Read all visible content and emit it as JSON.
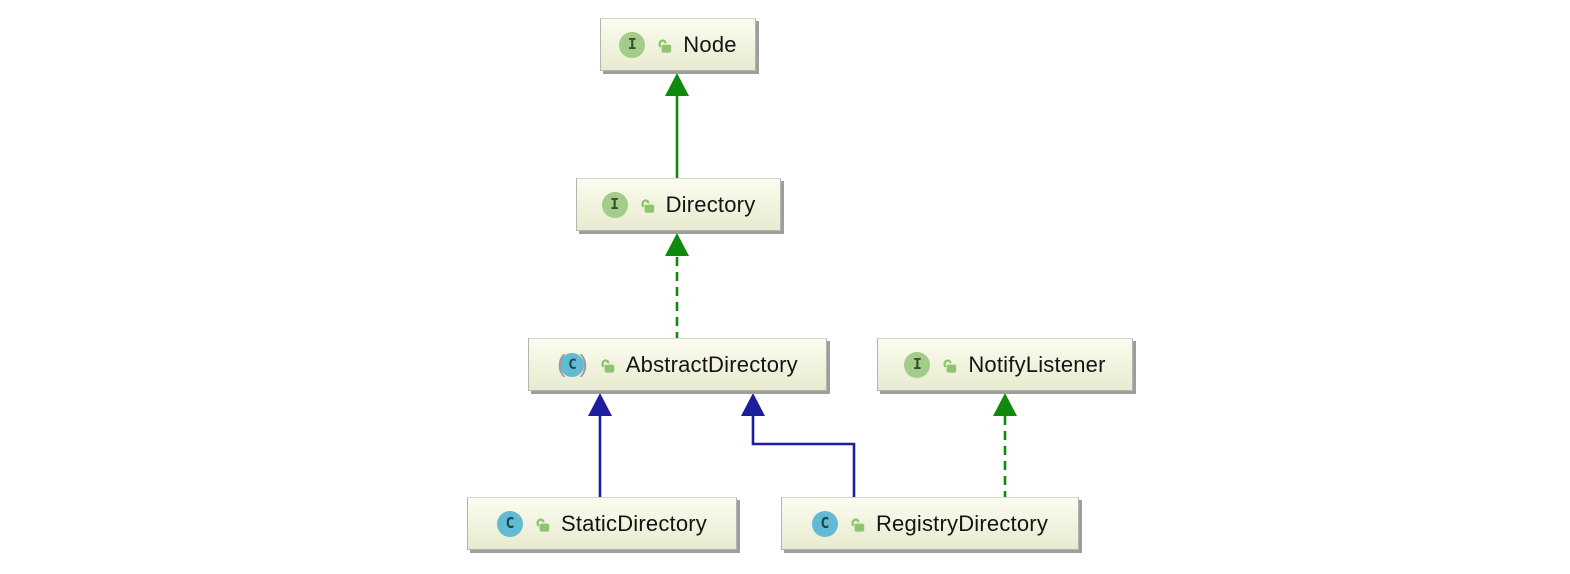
{
  "icons": {
    "interface_letter": "I",
    "class_letter": "C",
    "paren_open": "(",
    "paren_close": ")"
  },
  "colors": {
    "edge_green": "#0f8a0f",
    "edge_blue": "#1d1d9e",
    "box_bg_top": "#fcfcf2",
    "box_bg_bottom": "#e8ead0",
    "box_border": "#b3b3b3",
    "box_shadow": "#9e9e9e",
    "interface_icon_green": "#a2cc88",
    "class_icon_blue": "#62bad3",
    "lock_green": "#8fc470",
    "label_text": "#141414"
  },
  "nodes": [
    {
      "id": "node",
      "label": "Node",
      "kind": "interface",
      "visibility": "public"
    },
    {
      "id": "directory",
      "label": "Directory",
      "kind": "interface",
      "visibility": "public"
    },
    {
      "id": "abstract-directory",
      "label": "AbstractDirectory",
      "kind": "abstract-class",
      "visibility": "public"
    },
    {
      "id": "notify-listener",
      "label": "NotifyListener",
      "kind": "interface",
      "visibility": "public"
    },
    {
      "id": "static-directory",
      "label": "StaticDirectory",
      "kind": "class",
      "visibility": "public"
    },
    {
      "id": "registry-directory",
      "label": "RegistryDirectory",
      "kind": "class",
      "visibility": "public"
    }
  ],
  "edges": [
    {
      "from": "Directory",
      "to": "Node",
      "relation": "extends",
      "line": "solid",
      "color": "green"
    },
    {
      "from": "AbstractDirectory",
      "to": "Directory",
      "relation": "implements",
      "line": "dashed",
      "color": "green"
    },
    {
      "from": "StaticDirectory",
      "to": "AbstractDirectory",
      "relation": "extends",
      "line": "solid",
      "color": "blue"
    },
    {
      "from": "RegistryDirectory",
      "to": "AbstractDirectory",
      "relation": "extends",
      "line": "solid",
      "color": "blue"
    },
    {
      "from": "RegistryDirectory",
      "to": "NotifyListener",
      "relation": "implements",
      "line": "dashed",
      "color": "green"
    }
  ]
}
